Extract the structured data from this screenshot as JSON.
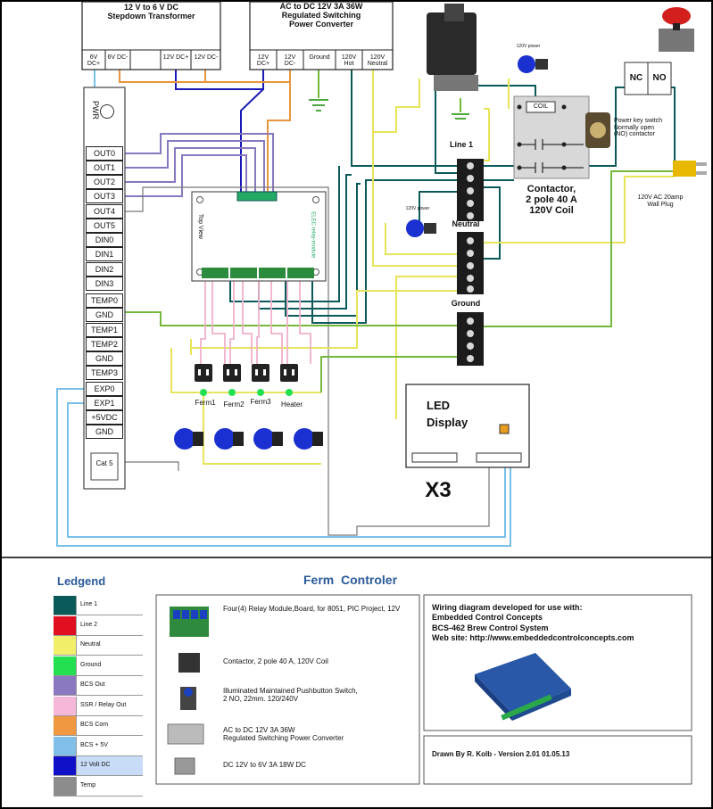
{
  "transformer": {
    "title1": "12 V to 6 V DC",
    "title2": "Stepdown Transformer",
    "pins": [
      "6V DC+",
      "6V DC-",
      "12V DC+",
      "12V DC-"
    ]
  },
  "converter": {
    "title1": "AC to DC 12V 3A 36W",
    "title2": "Regulated Switching",
    "title3": "Power Converter",
    "pins": [
      "12V DC+",
      "12V DC-",
      "Ground",
      "120V Hot",
      "120V Neutral"
    ]
  },
  "bcs": {
    "pwr": "PWR",
    "pins": [
      "OUT0",
      "OUT1",
      "OUT2",
      "OUT3",
      "OUT4",
      "OUT5",
      "DIN0",
      "DIN1",
      "DIN2",
      "DIN3",
      "TEMP0",
      "GND",
      "TEMP1",
      "TEMP2",
      "GND",
      "TEMP3",
      "EXP0",
      "EXP1",
      "+5VDC",
      "GND"
    ],
    "cat5": "Cat 5"
  },
  "relay_board": {
    "top_view": "Top View",
    "brand": "ELEC relay-module"
  },
  "terminals": {
    "line1": "Line 1",
    "neutral": "Neutral",
    "ground": "Ground"
  },
  "contactor": {
    "coil": "COIL",
    "l1": "Contactor,",
    "l2": "2 pole 40 A",
    "l3": "120V Coil"
  },
  "keyswitch": {
    "nc": "NC",
    "no": "NO",
    "t1": "Power key switch",
    "t2": "Normally open",
    "t3": "(NO) contactor"
  },
  "plug": {
    "t1": "120V AC 20amp",
    "t2": "Wall Plug"
  },
  "lamp_labels": [
    "120V power",
    "120V power"
  ],
  "outlets": [
    "Ferm1",
    "Ferm2",
    "Ferm3",
    "Heater"
  ],
  "led_display": {
    "l1": "LED",
    "l2": "Display",
    "count": "X3"
  },
  "legend": {
    "title": "Ledgend",
    "items": [
      {
        "label": "Line 1",
        "color": "#0b5a5a"
      },
      {
        "label": "Line 2",
        "color": "#e01020"
      },
      {
        "label": "Neutral",
        "color": "#f2f06a"
      },
      {
        "label": "Ground",
        "color": "#22e050"
      },
      {
        "label": "BCS Out",
        "color": "#8a78c0"
      },
      {
        "label": "SSR / Relay Out",
        "color": "#f5b8d8"
      },
      {
        "label": "BCS Com",
        "color": "#f09840"
      },
      {
        "label": "BCS + 5V",
        "color": "#80c0e8"
      },
      {
        "label": "12 Volt DC",
        "color": "#1010c8"
      },
      {
        "label": "Temp",
        "color": "#8c8c8c"
      }
    ]
  },
  "components": {
    "title": "Ferm  Controler",
    "items": [
      {
        "line1": "Four(4) Relay Module,Board, for 8051, PIC Project, 12V",
        "line2": ""
      },
      {
        "line1": "Contactor, 2 pole 40 A, 120V Coil",
        "line2": ""
      },
      {
        "line1": "Illuminated Maintained Pushbutton Switch,",
        "line2": "2 NO, 22mm. 120/240V"
      },
      {
        "line1": "AC to DC 12V 3A 36W",
        "line2": "Regulated Switching Power Converter"
      },
      {
        "line1": "DC 12V to 6V 3A 18W DC",
        "line2": ""
      }
    ]
  },
  "info": {
    "l1": "Wiring diagram developed for use with:",
    "l2": "Embedded Control Concepts",
    "l3": "BCS-462 Brew Control System",
    "l4": "Web site: http://www.embeddedcontrolconcepts.com"
  },
  "credit": "Drawn By R. Kolb - Version 2.01 01.05.13"
}
